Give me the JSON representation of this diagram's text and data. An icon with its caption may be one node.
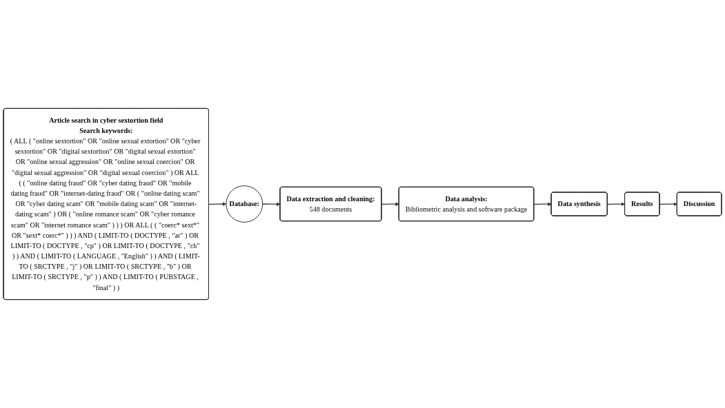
{
  "diagram": {
    "nodes": [
      {
        "text": [
          "Article search in cyber sextortion field",
          "Search keywords:",
          "( ALL ( \"online sextortion\" OR \"online sexual extortion\" OR \"cyber sextortion\" OR \"digital sextortion\" OR \"digital sexual extortion\" OR \"online sexual aggression\" OR \"online sexual coercion\" OR \"digital sexual aggression\" OR \"digital sexual coercion\" ) OR ALL ( ( \"online dating fraud\" OR \"cyber dating fraud\" OR \"mobile dating fraud\" OR \"internet-dating fraud\" OR ( \"online dating scam\" OR \"cyber dating scam\" OR \"mobile dating scam\" OR \"internet-dating scam\" ) OR ( \"online romance scam\" OR \"cyber romance scam\" OR \"internet romance scam\" ) ) ) OR ALL ( ( \"coerc* sext*\" OR \"sext* coerc*\" ) ) ) AND ( LIMIT-TO ( DOCTYPE , \"ar\" ) OR LIMIT-TO ( DOCTYPE , \"cp\" ) OR LIMIT-TO ( DOCTYPE , \"ch\" ) ) AND ( LIMIT-TO ( LANGUAGE , \"English\" ) ) AND ( LIMIT-TO ( SRCTYPE , \"j\" ) OR LIMIT-TO ( SRCTYPE , \"b\" ) OR LIMIT-TO ( SRCTYPE , \"p\" ) ) AND ( LIMIT-TO ( PUBSTAGE , \"final\" ) )"
        ]
      },
      {
        "text": [
          "Database:"
        ]
      },
      {
        "text": [
          "Data extraction and cleaning:",
          "548 documents"
        ]
      },
      {
        "text": [
          "Data analysis:",
          "Bibliometric analysis and software package"
        ]
      },
      {
        "text": [
          "Data synthesis"
        ]
      },
      {
        "text": [
          "Results"
        ]
      },
      {
        "text": [
          "Discussion"
        ]
      }
    ],
    "edges": [
      {
        "from": 0,
        "to": 1,
        "arrow": "to"
      },
      {
        "from": 1,
        "to": 2,
        "arrow": "to"
      },
      {
        "from": 2,
        "to": 3,
        "arrow": "to"
      },
      {
        "from": 3,
        "to": 4,
        "arrow": "to"
      },
      {
        "from": 4,
        "to": 5,
        "arrow": "to"
      },
      {
        "from": 5,
        "to": 6,
        "arrow": "to"
      }
    ]
  }
}
